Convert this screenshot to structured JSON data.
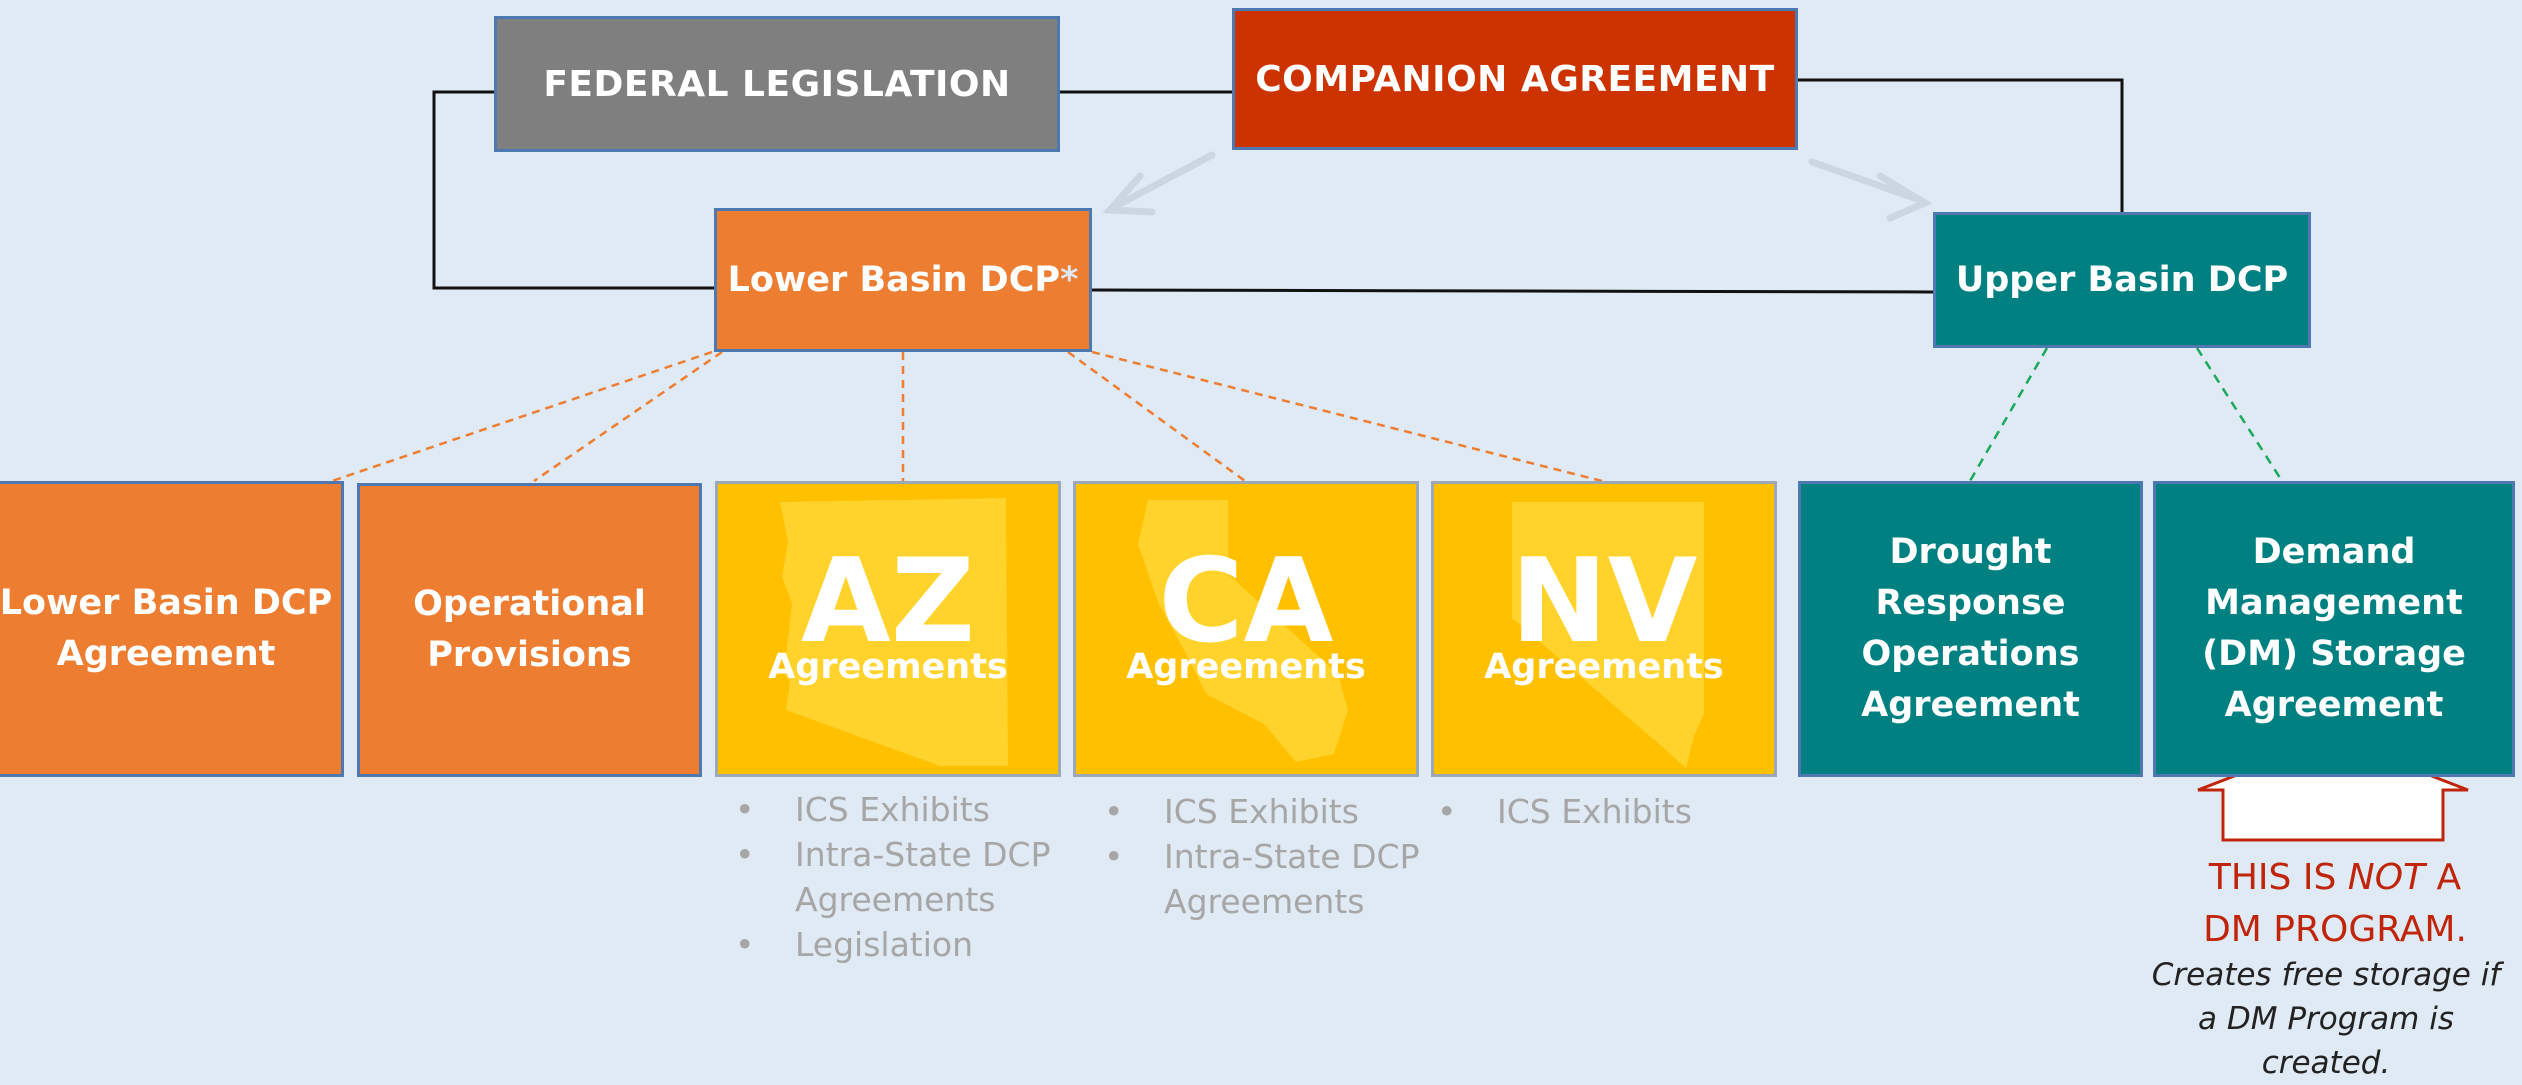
{
  "top": {
    "federal_legislation": "FEDERAL LEGISLATION",
    "companion_agreement": "COMPANION AGREEMENT"
  },
  "mid": {
    "lower_basin_dcp": "Lower Basin DCP",
    "lower_basin_asterisk": "*",
    "upper_basin_dcp": "Upper Basin DCP"
  },
  "lower": {
    "lb_agreement": [
      "Lower Basin DCP",
      "Agreement"
    ],
    "operational": [
      "Operational",
      "Provisions"
    ],
    "states": [
      {
        "code": "AZ",
        "sub": "Agreements",
        "bullets": [
          "ICS Exhibits",
          "Intra-State DCP Agreements",
          "Legislation"
        ]
      },
      {
        "code": "CA",
        "sub": "Agreements",
        "bullets": [
          "ICS Exhibits",
          "Intra-State DCP Agreements"
        ]
      },
      {
        "code": "NV",
        "sub": "Agreements",
        "bullets": [
          "ICS Exhibits"
        ]
      }
    ],
    "drought_response": [
      "Drought",
      "Response",
      "Operations",
      "Agreement"
    ],
    "demand_management": [
      "Demand",
      "Management",
      "(DM) Storage",
      "Agreement"
    ]
  },
  "note": {
    "line1_pre": "THIS IS ",
    "line1_em": "NOT",
    "line1_post": " A",
    "line2": "DM PROGRAM.",
    "italic1": "Creates free storage if",
    "italic2": "a DM Program is created."
  },
  "colors": {
    "gray": "#7f7f7f",
    "red": "#cc3300",
    "orange": "#ed7d31",
    "teal": "#008080",
    "yellow": "#ffc000",
    "background": "#dfeaf5"
  }
}
